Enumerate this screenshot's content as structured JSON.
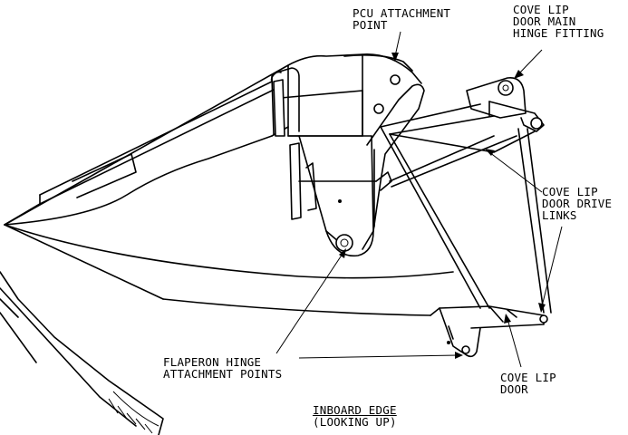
{
  "labels": {
    "pcu_attachment_point": [
      "PCU ATTACHMENT",
      "POINT"
    ],
    "cove_lip_door_main_hinge_fitting": [
      "COVE LIP",
      "DOOR MAIN",
      "HINGE FITTING"
    ],
    "cove_lip_door_drive_links": [
      "COVE LIP",
      "DOOR DRIVE",
      "LINKS"
    ],
    "flaperon_hinge_attachment_points": [
      "FLAPERON HINGE",
      "ATTACHMENT POINTS"
    ],
    "cove_lip_door": [
      "COVE LIP",
      "DOOR"
    ],
    "caption": [
      "INBOARD EDGE",
      "(LOOKING UP)"
    ]
  }
}
